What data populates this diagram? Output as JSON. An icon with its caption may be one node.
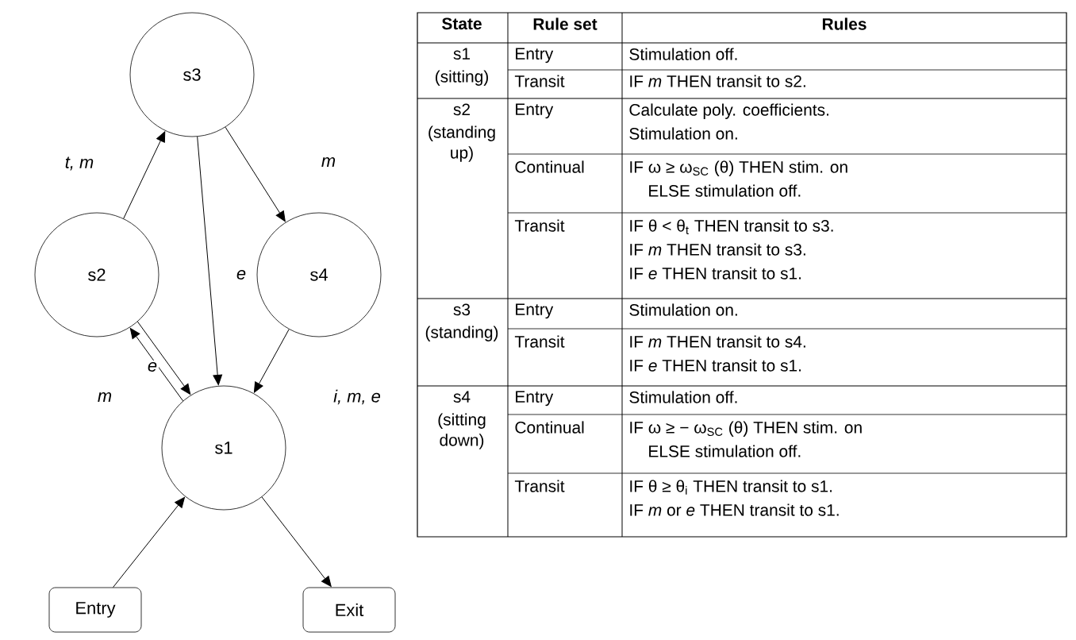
{
  "diagram": {
    "nodes": [
      {
        "text": [
          "s3"
        ]
      },
      {
        "text": [
          "s2"
        ]
      },
      {
        "text": [
          "s4"
        ]
      },
      {
        "text": [
          "s1"
        ]
      },
      {
        "text": [
          "Entry"
        ]
      },
      {
        "text": [
          "Exit"
        ]
      }
    ],
    "edges": [
      {
        "from": 1,
        "to": 0,
        "arrow": "to",
        "label": "t, m"
      },
      {
        "from": 0,
        "to": 2,
        "arrow": "to",
        "label": "m"
      },
      {
        "from": 0,
        "to": 3,
        "arrow": "to",
        "label": "e"
      },
      {
        "from": 2,
        "to": 3,
        "arrow": "to",
        "label": "i, m, e"
      },
      {
        "from": 1,
        "to": 3,
        "arrow": "to",
        "label": "e"
      },
      {
        "from": 3,
        "to": 1,
        "arrow": "to",
        "label": "m"
      },
      {
        "from": 4,
        "to": 3,
        "arrow": "to"
      },
      {
        "from": 3,
        "to": 5,
        "arrow": "to"
      }
    ],
    "labels": [
      "State",
      "Rule set",
      "Rules",
      "s1",
      "(sitting)",
      "Entry",
      "Stimulation off.",
      "Transit",
      "IF *m* THEN transit to s2.",
      "s2",
      "(standing up)",
      "Entry",
      "Calculate poly. coefficients.",
      "Stimulation on.",
      "Continual",
      "IF ω ≥ ω$_{SC}$ (θ) THEN stim. on",
      "ELSE stimulation off.",
      "Transit",
      "IF θ < θ$_{t}$ THEN transit to s3.",
      "IF *m* THEN transit to s3.",
      "IF *e* THEN transit to s1.",
      "s3",
      "(standing)",
      "Entry",
      "Stimulation on.",
      "Transit",
      "IF *m* THEN transit to s4.",
      "IF *e* THEN transit to s1.",
      "s4",
      "(sitting down)",
      "Entry",
      "Stimulation off.",
      "Continual",
      "IF ω ≥ − ω$_{SC}$ (θ) THEN stim. on",
      "ELSE stimulation off.",
      "Transit",
      "IF θ ≥ θ$_{i}$ THEN transit to s1.",
      "IF *m* or *e* THEN transit to s1."
    ]
  }
}
